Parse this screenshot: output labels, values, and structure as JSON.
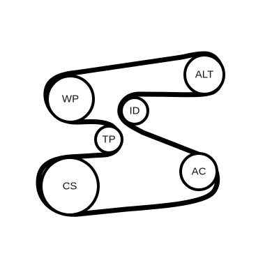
{
  "diagram": {
    "colors": {
      "belt": "#000000",
      "pulley_outline": "#000000",
      "pulley_fill": "#ffffff",
      "label": "#111111",
      "background": "#ffffff"
    },
    "pulleys": [
      {
        "id": "alt",
        "label": "ALT"
      },
      {
        "id": "wp",
        "label": "WP"
      },
      {
        "id": "id",
        "label": "ID"
      },
      {
        "id": "tp",
        "label": "TP"
      },
      {
        "id": "cs",
        "label": "CS"
      },
      {
        "id": "ac",
        "label": "AC"
      }
    ]
  }
}
